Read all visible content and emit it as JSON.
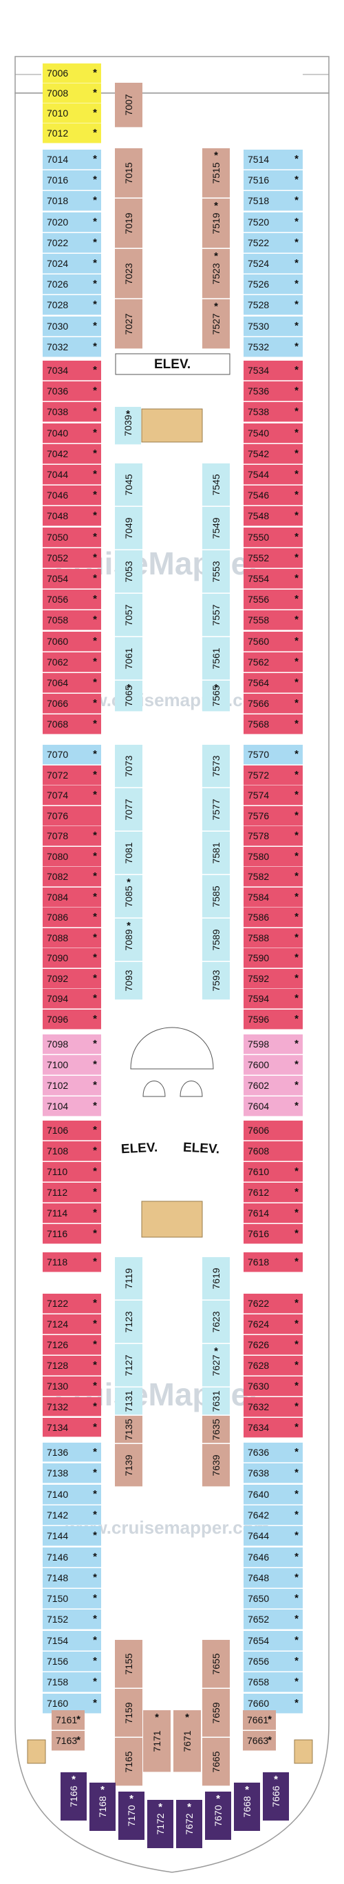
{
  "colors": {
    "blue": "#a9daf2",
    "red": "#e8536f",
    "pink": "#f3acd1",
    "yellow": "#f7ee45",
    "brown": "#d3a595",
    "lightblue": "#c4ebf2",
    "purple": "#4a2b6e",
    "light": "#ffffff"
  },
  "elevator_label": "ELEV.",
  "watermark": {
    "brand": "cruiseMapper",
    "url": "www.cruisemapper.com"
  },
  "cabins_left": [
    {
      "n": "7006",
      "c": "yellow",
      "s": "*"
    },
    {
      "n": "7008",
      "c": "yellow",
      "s": "*"
    },
    {
      "n": "7010",
      "c": "yellow",
      "s": "*"
    },
    {
      "n": "7012",
      "c": "yellow",
      "s": "*"
    },
    {
      "n": "7014",
      "c": "blue",
      "s": "*"
    },
    {
      "n": "7016",
      "c": "blue",
      "s": "*"
    },
    {
      "n": "7018",
      "c": "blue",
      "s": "*"
    },
    {
      "n": "7020",
      "c": "blue",
      "s": "*"
    },
    {
      "n": "7022",
      "c": "blue",
      "s": "*"
    },
    {
      "n": "7024",
      "c": "blue",
      "s": "*"
    },
    {
      "n": "7026",
      "c": "blue",
      "s": "*"
    },
    {
      "n": "7028",
      "c": "blue",
      "s": "*"
    },
    {
      "n": "7030",
      "c": "blue",
      "s": "*"
    },
    {
      "n": "7032",
      "c": "blue",
      "s": "*"
    },
    {
      "n": "7034",
      "c": "red",
      "s": "*"
    },
    {
      "n": "7036",
      "c": "red",
      "s": "*"
    },
    {
      "n": "7038",
      "c": "red",
      "s": "*"
    },
    {
      "n": "7040",
      "c": "red",
      "s": "*"
    },
    {
      "n": "7042",
      "c": "red",
      "s": "*"
    },
    {
      "n": "7044",
      "c": "red",
      "s": "*"
    },
    {
      "n": "7046",
      "c": "red",
      "s": "*"
    },
    {
      "n": "7048",
      "c": "red",
      "s": "*"
    },
    {
      "n": "7050",
      "c": "red",
      "s": "*"
    },
    {
      "n": "7052",
      "c": "red",
      "s": "*"
    },
    {
      "n": "7054",
      "c": "red",
      "s": "*"
    },
    {
      "n": "7056",
      "c": "red",
      "s": "*"
    },
    {
      "n": "7058",
      "c": "red",
      "s": "*"
    },
    {
      "n": "7060",
      "c": "red",
      "s": "*"
    },
    {
      "n": "7062",
      "c": "red",
      "s": "*"
    },
    {
      "n": "7064",
      "c": "red",
      "s": "*"
    },
    {
      "n": "7066",
      "c": "red",
      "s": "*"
    },
    {
      "n": "7068",
      "c": "red",
      "s": "*"
    },
    {
      "n": "7070",
      "c": "blue",
      "s": "*"
    },
    {
      "n": "7072",
      "c": "red",
      "s": "*"
    },
    {
      "n": "7074",
      "c": "red",
      "s": "*"
    },
    {
      "n": "7076",
      "c": "red",
      "s": ""
    },
    {
      "n": "7078",
      "c": "red",
      "s": "*"
    },
    {
      "n": "7080",
      "c": "red",
      "s": "*"
    },
    {
      "n": "7082",
      "c": "red",
      "s": "*"
    },
    {
      "n": "7084",
      "c": "red",
      "s": "*"
    },
    {
      "n": "7086",
      "c": "red",
      "s": "*"
    },
    {
      "n": "7088",
      "c": "red",
      "s": "*"
    },
    {
      "n": "7090",
      "c": "red",
      "s": "*"
    },
    {
      "n": "7092",
      "c": "red",
      "s": "*"
    },
    {
      "n": "7094",
      "c": "red",
      "s": "*"
    },
    {
      "n": "7096",
      "c": "red",
      "s": "*"
    },
    {
      "n": "7098",
      "c": "pink",
      "s": "*"
    },
    {
      "n": "7100",
      "c": "pink",
      "s": "*"
    },
    {
      "n": "7102",
      "c": "pink",
      "s": "*"
    },
    {
      "n": "7104",
      "c": "pink",
      "s": "*"
    },
    {
      "n": "7106",
      "c": "red",
      "s": "*"
    },
    {
      "n": "7108",
      "c": "red",
      "s": "*"
    },
    {
      "n": "7110",
      "c": "red",
      "s": "*"
    },
    {
      "n": "7112",
      "c": "red",
      "s": "*"
    },
    {
      "n": "7114",
      "c": "red",
      "s": "*"
    },
    {
      "n": "7116",
      "c": "red",
      "s": "*"
    },
    {
      "n": "7118",
      "c": "red",
      "s": "*"
    },
    {
      "n": "7122",
      "c": "red",
      "s": "*"
    },
    {
      "n": "7124",
      "c": "red",
      "s": "*"
    },
    {
      "n": "7126",
      "c": "red",
      "s": "*"
    },
    {
      "n": "7128",
      "c": "red",
      "s": "*"
    },
    {
      "n": "7130",
      "c": "red",
      "s": "*"
    },
    {
      "n": "7132",
      "c": "red",
      "s": "*"
    },
    {
      "n": "7134",
      "c": "red",
      "s": "*"
    },
    {
      "n": "7136",
      "c": "blue",
      "s": "*"
    },
    {
      "n": "7138",
      "c": "blue",
      "s": "*"
    },
    {
      "n": "7140",
      "c": "blue",
      "s": "*"
    },
    {
      "n": "7142",
      "c": "blue",
      "s": "*"
    },
    {
      "n": "7144",
      "c": "blue",
      "s": "*"
    },
    {
      "n": "7146",
      "c": "blue",
      "s": "*"
    },
    {
      "n": "7148",
      "c": "blue",
      "s": "*"
    },
    {
      "n": "7150",
      "c": "blue",
      "s": "*"
    },
    {
      "n": "7152",
      "c": "blue",
      "s": "*"
    },
    {
      "n": "7154",
      "c": "blue",
      "s": "*"
    },
    {
      "n": "7156",
      "c": "blue",
      "s": "*"
    },
    {
      "n": "7158",
      "c": "blue",
      "s": "*"
    },
    {
      "n": "7160",
      "c": "blue",
      "s": "*"
    },
    {
      "n": "7161",
      "c": "brown",
      "s": "*"
    },
    {
      "n": "7163",
      "c": "brown",
      "s": "*"
    }
  ],
  "cabins_right": [
    {
      "n": "7514",
      "c": "blue",
      "s": "*"
    },
    {
      "n": "7516",
      "c": "blue",
      "s": "*"
    },
    {
      "n": "7518",
      "c": "blue",
      "s": "*"
    },
    {
      "n": "7520",
      "c": "blue",
      "s": "*"
    },
    {
      "n": "7522",
      "c": "blue",
      "s": "*"
    },
    {
      "n": "7524",
      "c": "blue",
      "s": "*"
    },
    {
      "n": "7526",
      "c": "blue",
      "s": "*"
    },
    {
      "n": "7528",
      "c": "blue",
      "s": "*"
    },
    {
      "n": "7530",
      "c": "blue",
      "s": "*"
    },
    {
      "n": "7532",
      "c": "blue",
      "s": "*"
    },
    {
      "n": "7534",
      "c": "red",
      "s": "*"
    },
    {
      "n": "7536",
      "c": "red",
      "s": "*"
    },
    {
      "n": "7538",
      "c": "red",
      "s": "*"
    },
    {
      "n": "7540",
      "c": "red",
      "s": "*"
    },
    {
      "n": "7542",
      "c": "red",
      "s": "*"
    },
    {
      "n": "7544",
      "c": "red",
      "s": "*"
    },
    {
      "n": "7546",
      "c": "red",
      "s": "*"
    },
    {
      "n": "7548",
      "c": "red",
      "s": "*"
    },
    {
      "n": "7550",
      "c": "red",
      "s": "*"
    },
    {
      "n": "7552",
      "c": "red",
      "s": "*"
    },
    {
      "n": "7554",
      "c": "red",
      "s": "*"
    },
    {
      "n": "7556",
      "c": "red",
      "s": "*"
    },
    {
      "n": "7558",
      "c": "red",
      "s": "*"
    },
    {
      "n": "7560",
      "c": "red",
      "s": "*"
    },
    {
      "n": "7562",
      "c": "red",
      "s": "*"
    },
    {
      "n": "7564",
      "c": "red",
      "s": "*"
    },
    {
      "n": "7566",
      "c": "red",
      "s": "*"
    },
    {
      "n": "7568",
      "c": "red",
      "s": "*"
    },
    {
      "n": "7570",
      "c": "blue",
      "s": "*"
    },
    {
      "n": "7572",
      "c": "red",
      "s": "*"
    },
    {
      "n": "7574",
      "c": "red",
      "s": "*"
    },
    {
      "n": "7576",
      "c": "red",
      "s": "*"
    },
    {
      "n": "7578",
      "c": "red",
      "s": "*"
    },
    {
      "n": "7580",
      "c": "red",
      "s": "*"
    },
    {
      "n": "7582",
      "c": "red",
      "s": "*"
    },
    {
      "n": "7584",
      "c": "red",
      "s": "*"
    },
    {
      "n": "7586",
      "c": "red",
      "s": "*"
    },
    {
      "n": "7588",
      "c": "red",
      "s": "*"
    },
    {
      "n": "7590",
      "c": "red",
      "s": "*"
    },
    {
      "n": "7592",
      "c": "red",
      "s": "*"
    },
    {
      "n": "7594",
      "c": "red",
      "s": "*"
    },
    {
      "n": "7596",
      "c": "red",
      "s": "*"
    },
    {
      "n": "7598",
      "c": "pink",
      "s": "*"
    },
    {
      "n": "7600",
      "c": "pink",
      "s": "*"
    },
    {
      "n": "7602",
      "c": "pink",
      "s": "*"
    },
    {
      "n": "7604",
      "c": "pink",
      "s": "*"
    },
    {
      "n": "7606",
      "c": "red",
      "s": ""
    },
    {
      "n": "7608",
      "c": "red",
      "s": ""
    },
    {
      "n": "7610",
      "c": "red",
      "s": "*"
    },
    {
      "n": "7612",
      "c": "red",
      "s": "*"
    },
    {
      "n": "7614",
      "c": "red",
      "s": "*"
    },
    {
      "n": "7616",
      "c": "red",
      "s": "*"
    },
    {
      "n": "7618",
      "c": "red",
      "s": "*"
    },
    {
      "n": "7622",
      "c": "red",
      "s": "*"
    },
    {
      "n": "7624",
      "c": "red",
      "s": "*"
    },
    {
      "n": "7626",
      "c": "red",
      "s": "*"
    },
    {
      "n": "7628",
      "c": "red",
      "s": "*"
    },
    {
      "n": "7630",
      "c": "red",
      "s": "*"
    },
    {
      "n": "7632",
      "c": "red",
      "s": "*"
    },
    {
      "n": "7634",
      "c": "red",
      "s": "*"
    },
    {
      "n": "7636",
      "c": "blue",
      "s": "*"
    },
    {
      "n": "7638",
      "c": "blue",
      "s": "*"
    },
    {
      "n": "7640",
      "c": "blue",
      "s": "*"
    },
    {
      "n": "7642",
      "c": "blue",
      "s": "*"
    },
    {
      "n": "7644",
      "c": "blue",
      "s": "*"
    },
    {
      "n": "7646",
      "c": "blue",
      "s": "*"
    },
    {
      "n": "7648",
      "c": "blue",
      "s": "*"
    },
    {
      "n": "7650",
      "c": "blue",
      "s": "*"
    },
    {
      "n": "7652",
      "c": "blue",
      "s": "*"
    },
    {
      "n": "7654",
      "c": "blue",
      "s": "*"
    },
    {
      "n": "7656",
      "c": "blue",
      "s": "*"
    },
    {
      "n": "7658",
      "c": "blue",
      "s": "*"
    },
    {
      "n": "7660",
      "c": "blue",
      "s": "*"
    },
    {
      "n": "7661",
      "c": "brown",
      "s": "*"
    },
    {
      "n": "7663",
      "c": "brown",
      "s": "*"
    }
  ],
  "cabins_inner": [
    {
      "n": "7007",
      "c": "brown",
      "s": ""
    },
    {
      "n": "7015",
      "c": "brown",
      "s": ""
    },
    {
      "n": "7019",
      "c": "brown",
      "s": ""
    },
    {
      "n": "7023",
      "c": "brown",
      "s": ""
    },
    {
      "n": "7027",
      "c": "brown",
      "s": ""
    },
    {
      "n": "7515",
      "c": "brown",
      "s": "*"
    },
    {
      "n": "7519",
      "c": "brown",
      "s": "*"
    },
    {
      "n": "7523",
      "c": "brown",
      "s": "*"
    },
    {
      "n": "7527",
      "c": "brown",
      "s": "*"
    },
    {
      "n": "7039",
      "c": "lightblue",
      "s": "*"
    },
    {
      "n": "7045",
      "c": "lightblue",
      "s": ""
    },
    {
      "n": "7049",
      "c": "lightblue",
      "s": ""
    },
    {
      "n": "7053",
      "c": "lightblue",
      "s": ""
    },
    {
      "n": "7057",
      "c": "lightblue",
      "s": ""
    },
    {
      "n": "7061",
      "c": "lightblue",
      "s": ""
    },
    {
      "n": "7065",
      "c": "lightblue",
      "s": "*"
    },
    {
      "n": "7545",
      "c": "lightblue",
      "s": ""
    },
    {
      "n": "7549",
      "c": "lightblue",
      "s": ""
    },
    {
      "n": "7553",
      "c": "lightblue",
      "s": ""
    },
    {
      "n": "7557",
      "c": "lightblue",
      "s": ""
    },
    {
      "n": "7561",
      "c": "lightblue",
      "s": ""
    },
    {
      "n": "7565",
      "c": "lightblue",
      "s": "*"
    },
    {
      "n": "7073",
      "c": "lightblue",
      "s": ""
    },
    {
      "n": "7077",
      "c": "lightblue",
      "s": ""
    },
    {
      "n": "7081",
      "c": "lightblue",
      "s": ""
    },
    {
      "n": "7085",
      "c": "lightblue",
      "s": "*"
    },
    {
      "n": "7089",
      "c": "lightblue",
      "s": "*"
    },
    {
      "n": "7093",
      "c": "lightblue",
      "s": ""
    },
    {
      "n": "7573",
      "c": "lightblue",
      "s": ""
    },
    {
      "n": "7577",
      "c": "lightblue",
      "s": ""
    },
    {
      "n": "7581",
      "c": "lightblue",
      "s": ""
    },
    {
      "n": "7585",
      "c": "lightblue",
      "s": ""
    },
    {
      "n": "7589",
      "c": "lightblue",
      "s": ""
    },
    {
      "n": "7593",
      "c": "lightblue",
      "s": ""
    },
    {
      "n": "7119",
      "c": "lightblue",
      "s": ""
    },
    {
      "n": "7123",
      "c": "lightblue",
      "s": ""
    },
    {
      "n": "7127",
      "c": "lightblue",
      "s": ""
    },
    {
      "n": "7131",
      "c": "lightblue",
      "s": ""
    },
    {
      "n": "7135",
      "c": "brown",
      "s": ""
    },
    {
      "n": "7139",
      "c": "brown",
      "s": ""
    },
    {
      "n": "7619",
      "c": "lightblue",
      "s": ""
    },
    {
      "n": "7623",
      "c": "lightblue",
      "s": ""
    },
    {
      "n": "7627",
      "c": "lightblue",
      "s": "*"
    },
    {
      "n": "7631",
      "c": "lightblue",
      "s": ""
    },
    {
      "n": "7635",
      "c": "brown",
      "s": ""
    },
    {
      "n": "7639",
      "c": "brown",
      "s": ""
    },
    {
      "n": "7155",
      "c": "brown",
      "s": ""
    },
    {
      "n": "7159",
      "c": "brown",
      "s": ""
    },
    {
      "n": "7165",
      "c": "brown",
      "s": ""
    },
    {
      "n": "7171",
      "c": "brown",
      "s": "*"
    },
    {
      "n": "7671",
      "c": "brown",
      "s": "*"
    },
    {
      "n": "7655",
      "c": "brown",
      "s": ""
    },
    {
      "n": "7659",
      "c": "brown",
      "s": ""
    },
    {
      "n": "7665",
      "c": "brown",
      "s": ""
    }
  ],
  "cabins_aft": [
    {
      "n": "7166",
      "c": "purple",
      "s": "*"
    },
    {
      "n": "7168",
      "c": "purple",
      "s": "*"
    },
    {
      "n": "7170",
      "c": "purple",
      "s": "*"
    },
    {
      "n": "7172",
      "c": "purple",
      "s": "*"
    },
    {
      "n": "7672",
      "c": "purple",
      "s": "*"
    },
    {
      "n": "7670",
      "c": "purple",
      "s": "*"
    },
    {
      "n": "7668",
      "c": "purple",
      "s": "*"
    },
    {
      "n": "7666",
      "c": "purple",
      "s": "*"
    }
  ]
}
